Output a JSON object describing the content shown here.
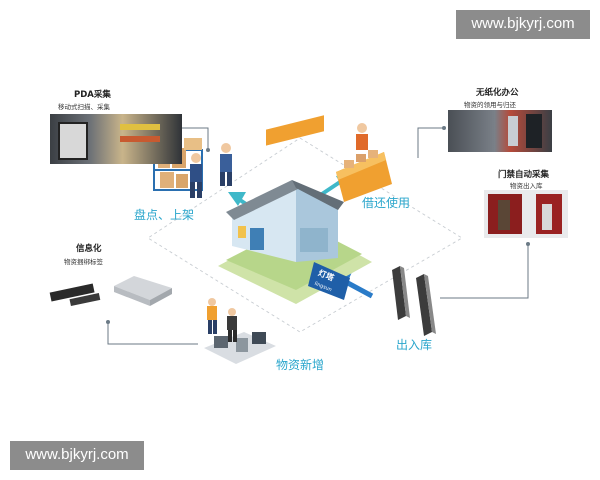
{
  "watermark": {
    "top": "www.bjkyrj.com",
    "bottom": "www.bjkyrj.com"
  },
  "colors": {
    "accent_cyan": "#2aa6cc",
    "arrow_teal": "#3fb8c9",
    "box_orange": "#f0a030",
    "logo_blue": "#1f5fa8",
    "line_gray": "#9aa7b0"
  },
  "logo": {
    "text_cn": "灯塔",
    "text_en": "lingsun"
  },
  "nodes": {
    "pda": {
      "title": "PDA采集",
      "subtitle": "移动式扫描、采集"
    },
    "paperless": {
      "title": "无纸化办公",
      "subtitle": "物资的领用与归还"
    },
    "door": {
      "title": "门禁自动采集",
      "subtitle": "物资出入库"
    },
    "info": {
      "title": "信息化",
      "subtitle": "物资捆绑标签"
    }
  },
  "actions": {
    "inventory": "盘点、上架",
    "borrow": "借还使用",
    "outbound": "出入库",
    "new_material": "物资新增"
  }
}
